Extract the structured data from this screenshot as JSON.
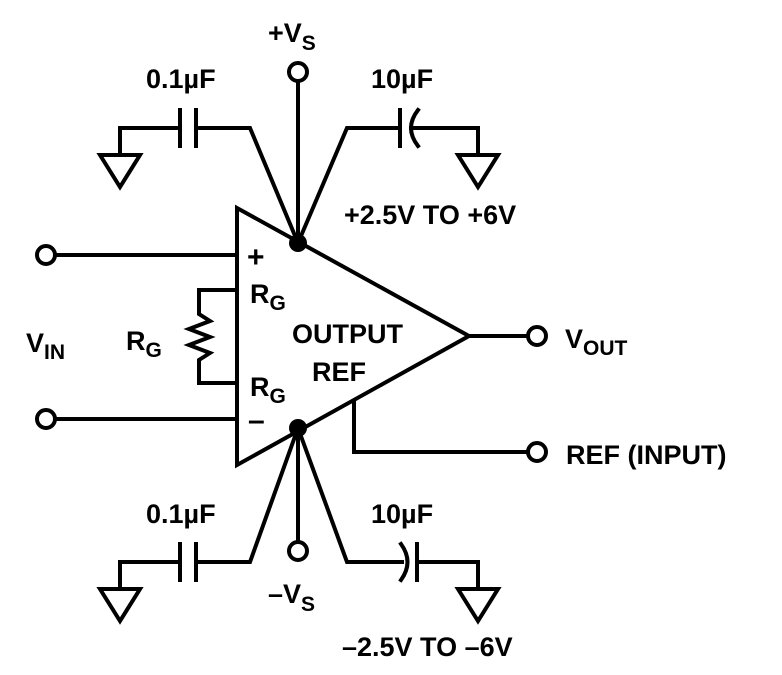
{
  "diagram": {
    "type": "instrumentation-amplifier-schematic",
    "amplifier": {
      "pins": {
        "plus": "+",
        "minus": "–",
        "rg_top": {
          "main": "R",
          "sub": "G"
        },
        "rg_bottom": {
          "main": "R",
          "sub": "G"
        },
        "output_ref_line1": "OUTPUT",
        "output_ref_line2": "REF"
      }
    },
    "supply_positive": {
      "label_main": "+V",
      "label_sub": "S",
      "range": "+2.5V TO +6V",
      "decoupling_small": "0.1µF",
      "decoupling_large": "10µF"
    },
    "supply_negative": {
      "label_main": "–V",
      "label_sub": "S",
      "range": "–2.5V TO –6V",
      "decoupling_small": "0.1µF",
      "decoupling_large": "10µF"
    },
    "input": {
      "label_main": "V",
      "label_sub": "IN"
    },
    "gain_resistor": {
      "label_main": "R",
      "label_sub": "G"
    },
    "output": {
      "label_main": "V",
      "label_sub": "OUT"
    },
    "reference": {
      "label": "REF (INPUT)"
    }
  }
}
